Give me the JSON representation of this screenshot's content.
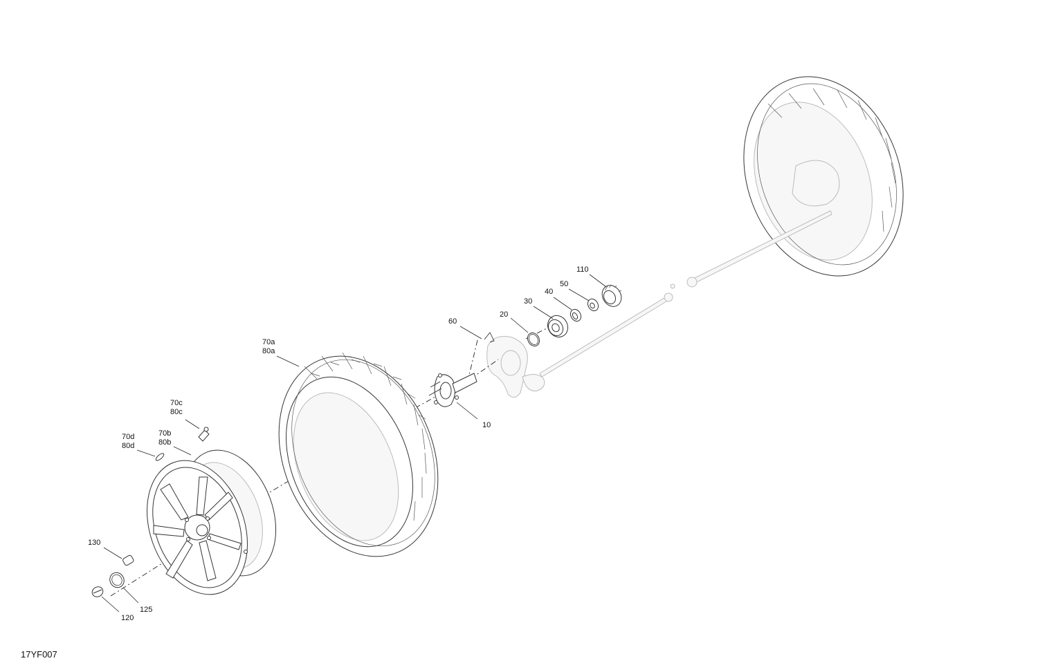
{
  "drawing_id": "17YF007",
  "callouts": {
    "c110": "110",
    "c50": "50",
    "c40": "40",
    "c30": "30",
    "c20": "20",
    "c60": "60",
    "c10": "10",
    "c70a": "70a",
    "c80a": "80a",
    "c70c": "70c",
    "c80c": "80c",
    "c70b": "70b",
    "c80b": "80b",
    "c70d": "70d",
    "c80d": "80d",
    "c130": "130",
    "c125": "125",
    "c120": "120"
  }
}
